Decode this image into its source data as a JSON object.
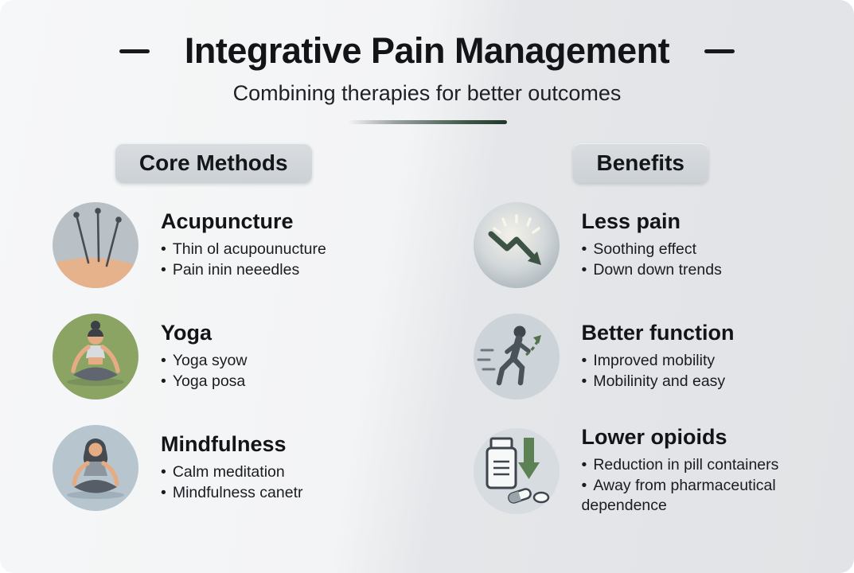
{
  "header": {
    "title": "Integrative Pain Management",
    "subtitle": "Combining therapies for better outcomes"
  },
  "columns": {
    "left": {
      "label": "Core Methods",
      "items": [
        {
          "title": "Acupuncture",
          "icon": "acupuncture-needles",
          "bullets": [
            "Thin ol acupounucture",
            "Pain inin neeedles"
          ]
        },
        {
          "title": "Yoga",
          "icon": "yoga-lotus-pose",
          "bullets": [
            "Yoga syow",
            "Yoga posa"
          ]
        },
        {
          "title": "Mindfulness",
          "icon": "meditation-pose",
          "bullets": [
            "Calm meditation",
            "Mindfulness canetr"
          ]
        }
      ]
    },
    "right": {
      "label": "Benefits",
      "items": [
        {
          "title": "Less pain",
          "icon": "declining-trend-arrow",
          "bullets": [
            "Soothing effect",
            "Down down trends"
          ]
        },
        {
          "title": "Better function",
          "icon": "walking-person",
          "bullets": [
            "Improved mobility",
            "Mobilinity and easy"
          ]
        },
        {
          "title": "Lower opioids",
          "icon": "pill-bottle-down-arrow",
          "bullets": [
            "Reduction in pill containers",
            "Away from pharmaceutical dependence"
          ]
        }
      ]
    }
  },
  "colors": {
    "accent_green": "#3d5345",
    "pill_bg": "#d2d6da",
    "bg_left": "#f4f5f6",
    "bg_right": "#e2e4e7"
  }
}
